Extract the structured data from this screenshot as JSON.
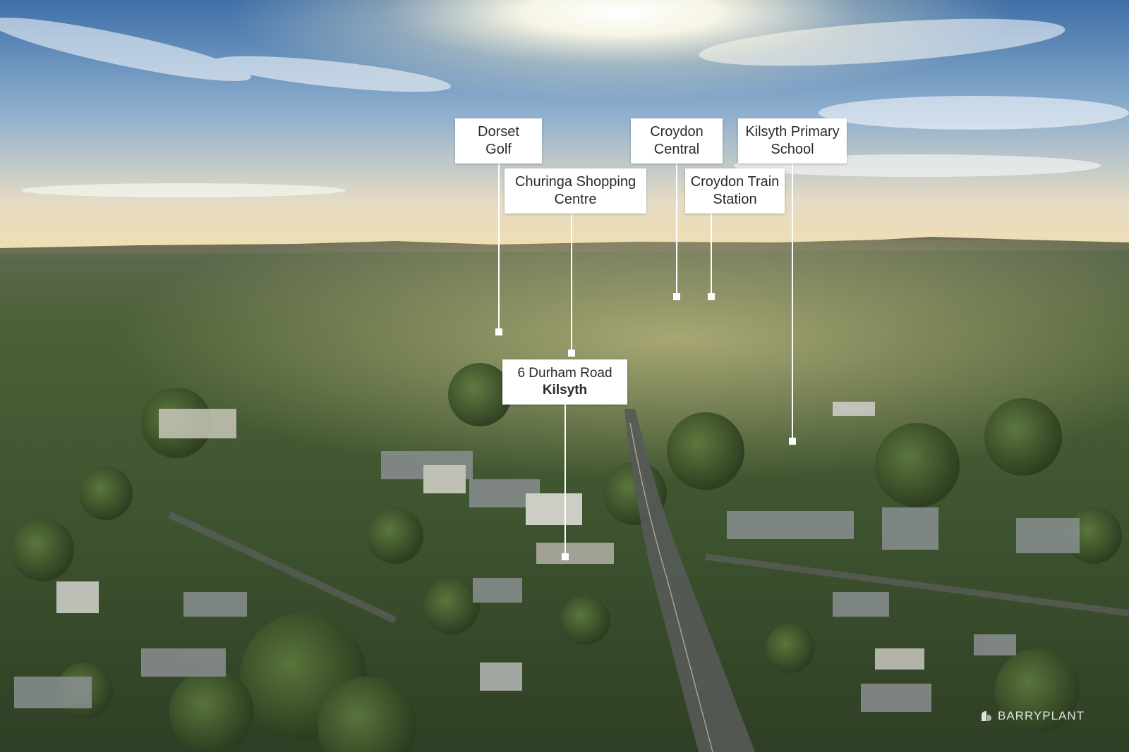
{
  "labels": {
    "dorset": {
      "line1": "Dorset",
      "line2": "Golf"
    },
    "churinga": {
      "line1": "Churinga Shopping",
      "line2": "Centre"
    },
    "croydon_central": {
      "line1": "Croydon",
      "line2": "Central"
    },
    "croydon_train": {
      "line1": "Croydon Train",
      "line2": "Station"
    },
    "kilsyth_school": {
      "line1": "Kilsyth Primary",
      "line2": "School"
    },
    "property": {
      "line1": "6 Durham Road",
      "line2": "Kilsyth"
    }
  },
  "watermark": {
    "text": "BARRYPLANT",
    "icon": "barryplant-logo-icon"
  },
  "colors": {
    "label_bg": "#ffffff",
    "label_text": "#2a2a2a",
    "sky_top": "#3e6fa8",
    "horizon": "#efd9a8",
    "foliage": "#3f5530"
  }
}
